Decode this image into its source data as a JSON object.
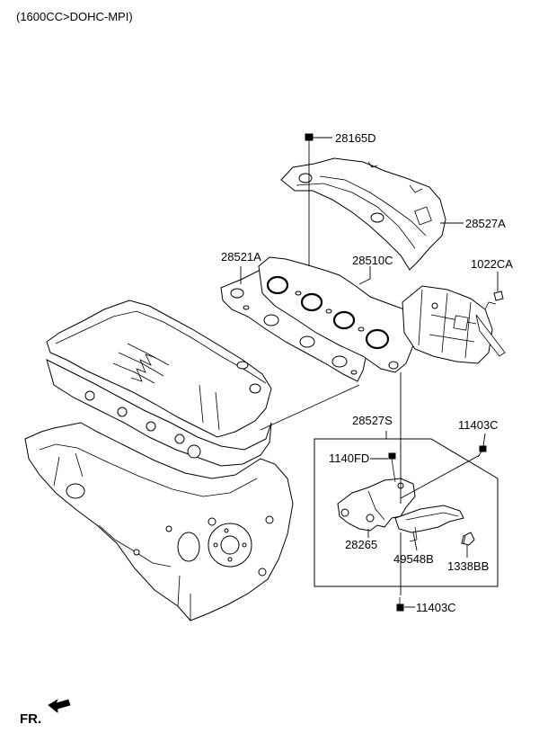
{
  "header": {
    "engine_spec": "(1600CC>DOHC-MPI)"
  },
  "labels": {
    "p28165D": "28165D",
    "p28527A": "28527A",
    "p1022CA": "1022CA",
    "p28521A": "28521A",
    "p28510C": "28510C",
    "p28527S": "28527S",
    "p11403C_top": "11403C",
    "p1140FD": "1140FD",
    "p28265": "28265",
    "p49548B": "49548B",
    "p1338BB": "1338BB",
    "p11403C_bottom": "11403C"
  },
  "footer": {
    "front_indicator": "FR."
  },
  "colors": {
    "line": "#000000",
    "background": "#ffffff"
  }
}
